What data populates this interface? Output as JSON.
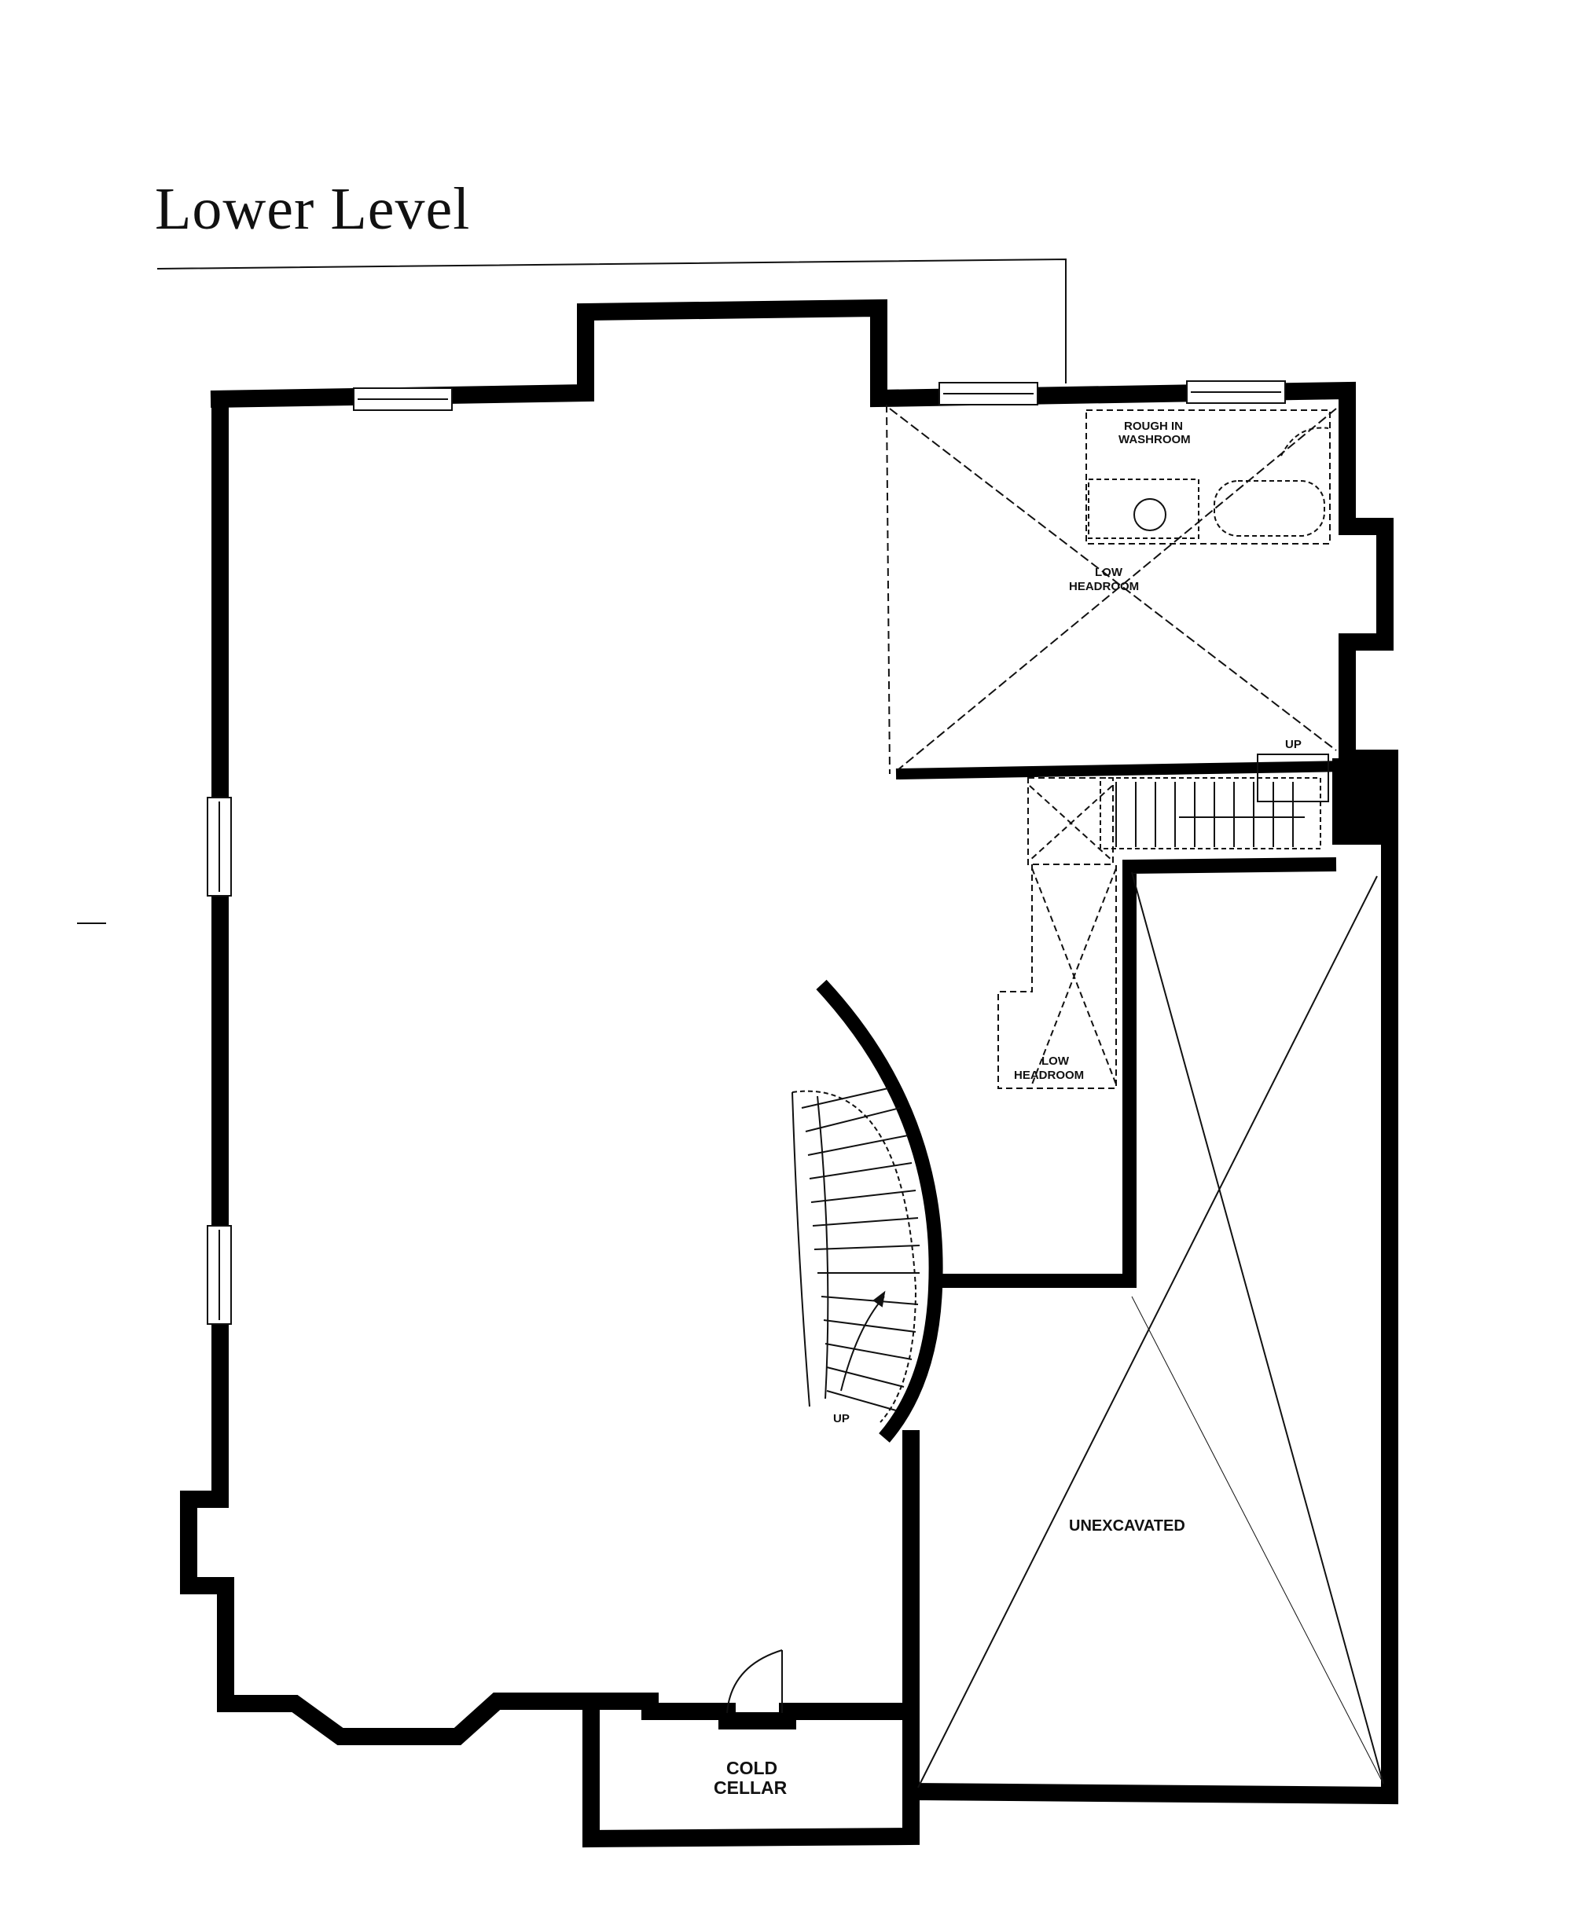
{
  "plan": {
    "title": "Lower Level",
    "labels": {
      "rough_in_washroom_line1": "ROUGH IN",
      "rough_in_washroom_line2": "WASHROOM",
      "low_headroom_top_line1": "LOW",
      "low_headroom_top_line2": "HEADROOM",
      "low_headroom_mid_line1": "LOW",
      "low_headroom_mid_line2": "HEADROOM",
      "up_upper_stair": "UP",
      "up_curved_stair": "UP",
      "unexcavated": "UNEXCAVATED",
      "cold_cellar_line1": "COLD",
      "cold_cellar_line2": "CELLAR"
    },
    "colors": {
      "wall": "#000000",
      "line": "#111111",
      "background": "#ffffff"
    }
  }
}
